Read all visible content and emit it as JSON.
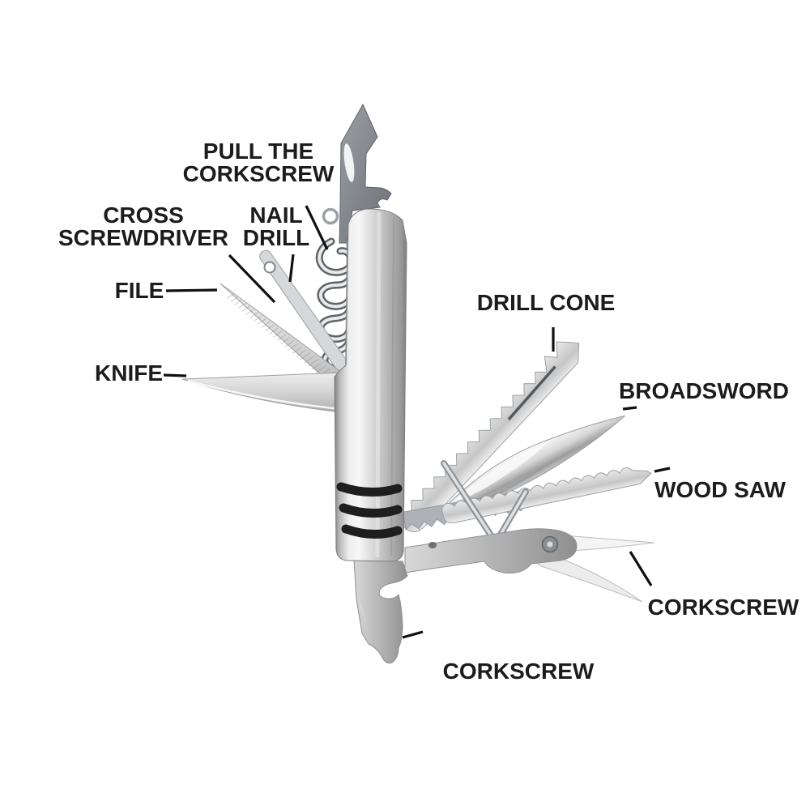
{
  "page": {
    "title": "Stainless multi-tool pocket knife — labeled parts diagram",
    "background": "#ffffff"
  },
  "colors": {
    "label_text": "#1c1c1c",
    "leader_line": "#101010",
    "metal_light": "#f4f4f4",
    "metal_mid": "#c2c2c2",
    "metal_dark": "#85888c",
    "opener_plate": "#8d9196",
    "grip_slot": "#1e1e1e"
  },
  "labels": {
    "pull_the_corkscrew": {
      "line1": "PULL THE",
      "line2": "CORKSCREW"
    },
    "cross_screwdriver": {
      "line1": "CROSS",
      "line2": "SCREWDRIVER"
    },
    "nail_drill": {
      "line1": "NAIL",
      "line2": "DRILL"
    },
    "file": "FILE",
    "knife": "KNIFE",
    "drill_cone": "DRILL CONE",
    "broadsword": "BROADSWORD",
    "wood_saw": "WOOD SAW",
    "corkscrew_right": "CORKSCREW",
    "corkscrew_bottom": "CORKSCREW"
  }
}
